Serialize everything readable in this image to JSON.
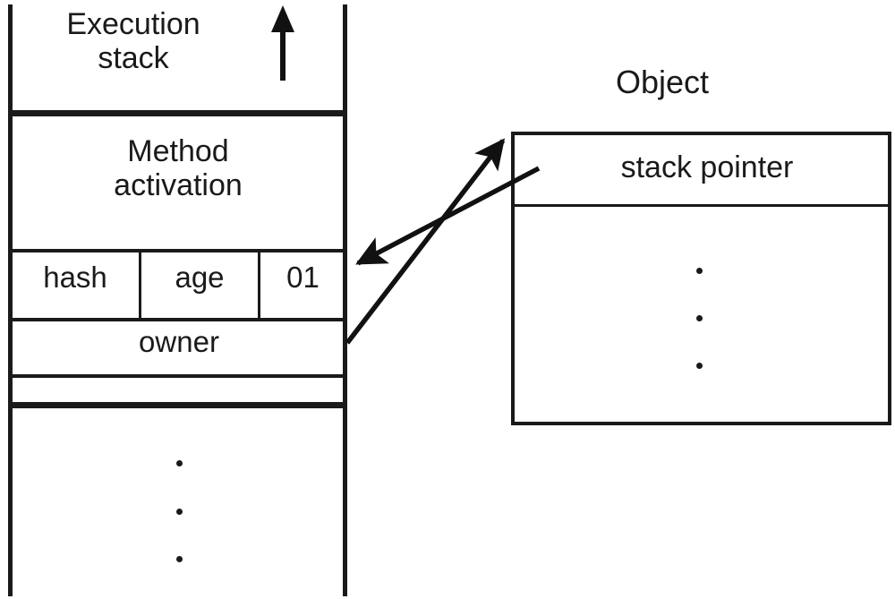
{
  "diagram": {
    "title": "Execution stack and Object stack pointer diagram",
    "background_color": "#ffffff",
    "stroke_color": "#1a1a1a"
  },
  "stack": {
    "header_label": "Execution\nstack",
    "growth_arrow_icon": "up-arrow-icon",
    "frame_label": "Method\nactivation",
    "fields": [
      {
        "name": "hash",
        "label": "hash"
      },
      {
        "name": "age",
        "label": "age"
      },
      {
        "name": "flag",
        "label": "01"
      }
    ],
    "owner_label": "owner",
    "empty_slot_label": "",
    "ellipsis_dots": 3
  },
  "object": {
    "caption": "Object",
    "stack_pointer_label": "stack pointer",
    "ellipsis_dots": 3
  },
  "arrows": [
    {
      "name": "owner-to-object",
      "from": "stack.owner",
      "to": "object.top-left",
      "direction": "right-up"
    },
    {
      "name": "stack-pointer-to-frame",
      "from": "object.stack_pointer",
      "to": "stack.fields.flag",
      "direction": "left-down"
    }
  ]
}
